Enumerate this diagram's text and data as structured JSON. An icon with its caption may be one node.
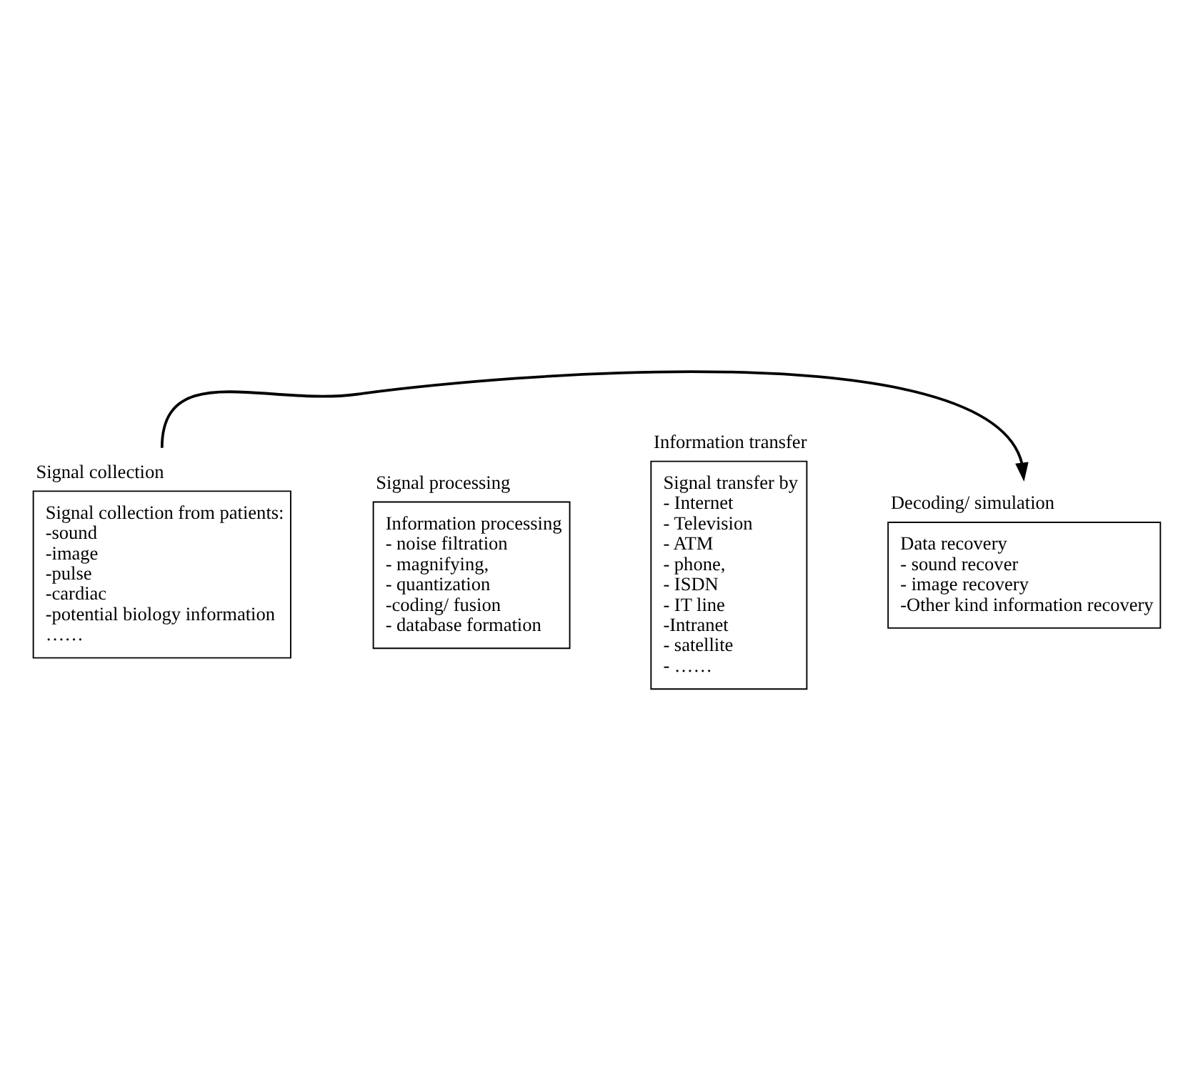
{
  "diagram": {
    "nodes": [
      {
        "text": [
          "Signal collection",
          "Signal collection from patients:",
          "-sound",
          "-image",
          "-pulse",
          "-cardiac",
          "-potential biology information",
          "……"
        ]
      },
      {
        "text": [
          "Signal processing",
          "Information processing",
          "- noise filtration",
          "- magnifying,",
          "- quantization",
          "-coding/ fusion",
          "- database formation"
        ]
      },
      {
        "text": [
          "Information transfer",
          "Signal transfer by",
          "- Internet",
          "- Television",
          "- ATM",
          "- phone,",
          "- ISDN",
          "- IT line",
          "-Intranet",
          "- satellite",
          "- ……"
        ]
      },
      {
        "text": [
          "Decoding/ simulation",
          "Data recovery",
          "- sound recover",
          "- image recovery",
          "-Other kind information recovery"
        ]
      }
    ],
    "edges": [
      {
        "from": 0,
        "to": 3,
        "arrow": "to"
      }
    ]
  }
}
